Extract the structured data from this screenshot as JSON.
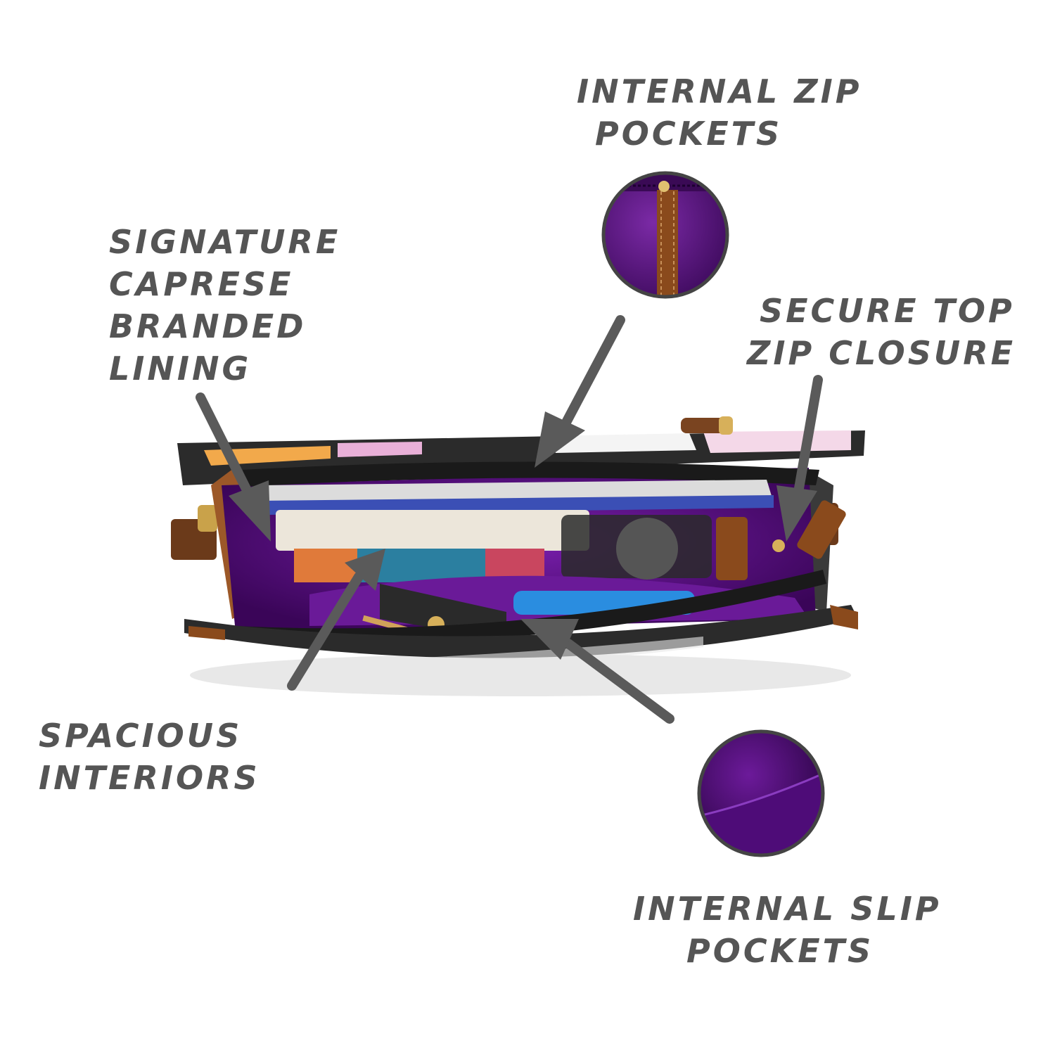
{
  "labels": {
    "internal_zip": [
      "INTERNAL ZIP",
      "POCKETS"
    ],
    "signature_lining": [
      "SIGNATURE",
      "CAPRESE",
      "BRANDED",
      "LINING"
    ],
    "secure_top_zip": [
      "SECURE TOP",
      "ZIP CLOSURE"
    ],
    "spacious": [
      "SPACIOUS",
      "INTERIORS"
    ],
    "internal_slip": [
      "INTERNAL SLIP",
      "POCKETS"
    ]
  },
  "colors": {
    "text": "#555555",
    "arrow": "#5a5a5a",
    "lining_purple": "#5a0f86",
    "lining_dark": "#3a0558",
    "leather_brown": "#8a4a1c",
    "zipper_black": "#1a1a1a",
    "inset_ring": "#444444"
  }
}
